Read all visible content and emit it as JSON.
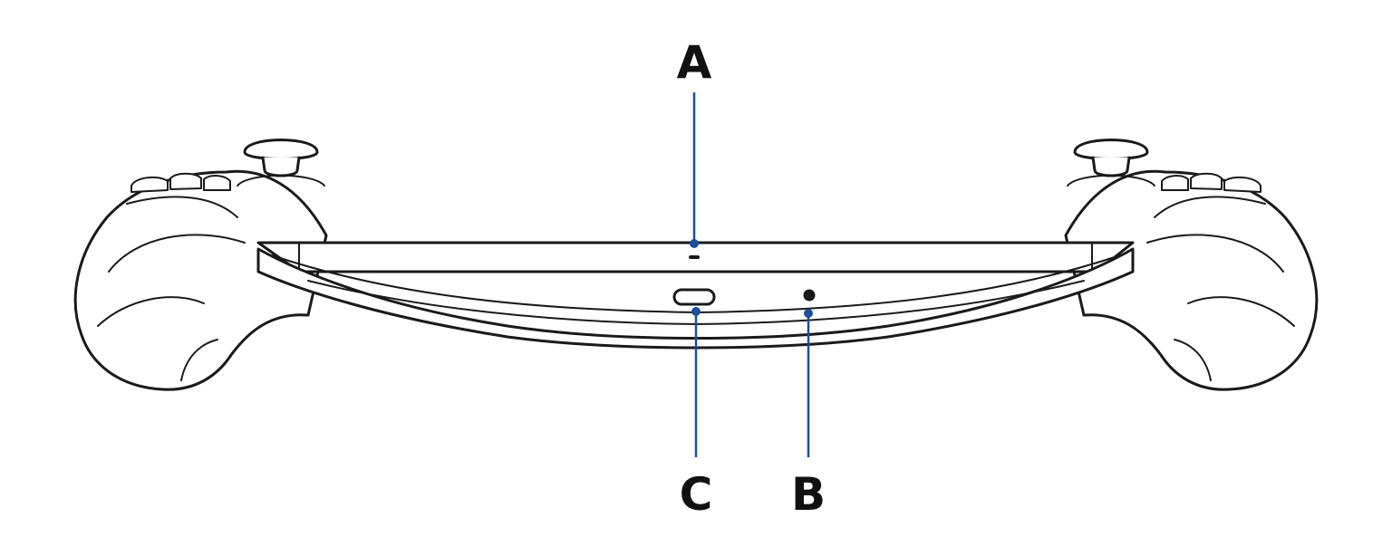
{
  "callouts": {
    "a": {
      "label": "A"
    },
    "b": {
      "label": "B"
    },
    "c": {
      "label": "C"
    }
  },
  "colors": {
    "leader": "#1d4f9c",
    "outline": "#1a1a1a",
    "background": "#ffffff"
  }
}
